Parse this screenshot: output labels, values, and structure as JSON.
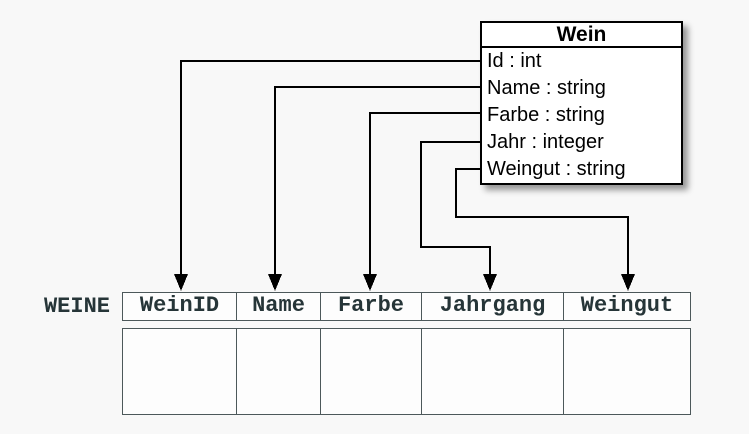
{
  "background_color": "#f8f8f8",
  "class_box": {
    "title": "Wein",
    "attributes": [
      "Id : int",
      "Name : string",
      "Farbe : string",
      "Jahr : integer",
      "Weingut : string"
    ],
    "fill_color": "#ffffff",
    "border_color": "#000000"
  },
  "table": {
    "label": "WEINE",
    "columns": [
      "WeinID",
      "Name",
      "Farbe",
      "Jahrgang",
      "Weingut"
    ],
    "body_row": [
      "",
      "",
      "",
      "",
      ""
    ],
    "border_color": "#4c585a",
    "text_color": "#263538",
    "cell_fill_color": "#fdfdfd"
  },
  "mappings": [
    {
      "from": "Id",
      "to": "WeinID"
    },
    {
      "from": "Name",
      "to": "Name"
    },
    {
      "from": "Farbe",
      "to": "Farbe"
    },
    {
      "from": "Jahr",
      "to": "Jahrgang"
    },
    {
      "from": "Weingut",
      "to": "Weingut"
    }
  ],
  "connector_color": "#000000"
}
